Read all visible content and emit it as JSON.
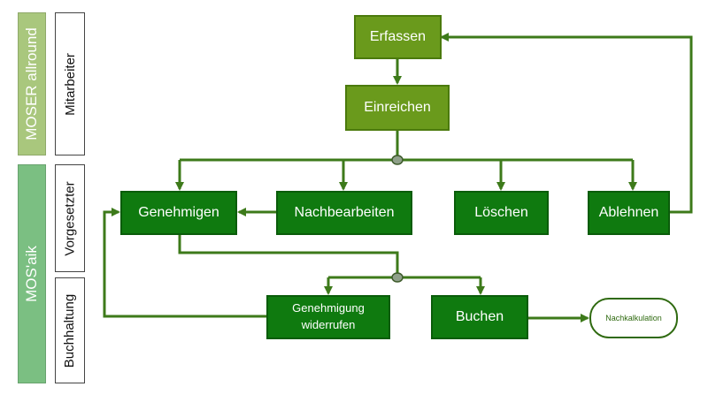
{
  "systems": {
    "moser": "MOSER allround",
    "mosaik": "MOS'aik"
  },
  "roles": {
    "mitarbeiter": "Mitarbeiter",
    "vorgesetzter": "Vorgesetzter",
    "buchhaltung": "Buchhaltung"
  },
  "nodes": {
    "erfassen": "Erfassen",
    "einreichen": "Einreichen",
    "genehmigen": "Genehmigen",
    "nachbearbeiten": "Nachbearbeiten",
    "loeschen": "Löschen",
    "ablehnen": "Ablehnen",
    "genehmigung_widerrufen_1": "Genehmigung",
    "genehmigung_widerrufen_2": "widerrufen",
    "buchen": "Buchen",
    "nachkalkulation": "Nachkalkulation"
  },
  "colors": {
    "arrow": "#3d7a1a",
    "node_light": "#6a9a1c",
    "node_dark": "#0f7a0f",
    "lane_moser": "#a9c77d",
    "lane_mosaik": "#7bbf82"
  }
}
